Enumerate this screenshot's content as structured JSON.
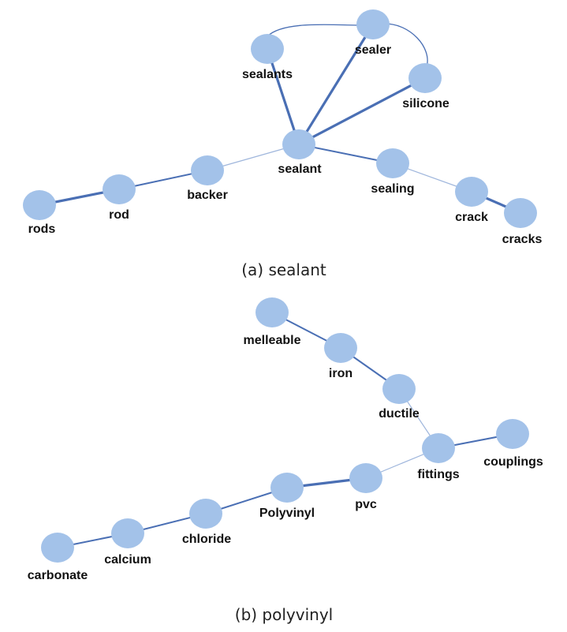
{
  "colors": {
    "node_fill": "#a3c2e9",
    "edge": "#4a6fb4",
    "edge_light": "#9fb6dc"
  },
  "graph_a": {
    "caption": "(a) sealant",
    "nodes": [
      {
        "id": "sealants",
        "label": "sealants"
      },
      {
        "id": "sealer",
        "label": "sealer"
      },
      {
        "id": "silicone",
        "label": "silicone"
      },
      {
        "id": "sealant",
        "label": "sealant"
      },
      {
        "id": "backer",
        "label": "backer"
      },
      {
        "id": "rod",
        "label": "rod"
      },
      {
        "id": "rods",
        "label": "rods"
      },
      {
        "id": "sealing",
        "label": "sealing"
      },
      {
        "id": "crack",
        "label": "crack"
      },
      {
        "id": "cracks",
        "label": "cracks"
      }
    ],
    "edges": [
      {
        "from": "sealants",
        "to": "sealant",
        "weight": "strong"
      },
      {
        "from": "sealer",
        "to": "sealant",
        "weight": "strong"
      },
      {
        "from": "silicone",
        "to": "sealant",
        "weight": "strong"
      },
      {
        "from": "sealants",
        "to": "sealer",
        "weight": "thin"
      },
      {
        "from": "sealer",
        "to": "silicone",
        "weight": "thin"
      },
      {
        "from": "sealant",
        "to": "backer",
        "weight": "light"
      },
      {
        "from": "backer",
        "to": "rod",
        "weight": "medium"
      },
      {
        "from": "rod",
        "to": "rods",
        "weight": "strong"
      },
      {
        "from": "sealant",
        "to": "sealing",
        "weight": "medium"
      },
      {
        "from": "sealing",
        "to": "crack",
        "weight": "light"
      },
      {
        "from": "crack",
        "to": "cracks",
        "weight": "strong"
      }
    ]
  },
  "graph_b": {
    "caption": "(b) polyvinyl",
    "nodes": [
      {
        "id": "melleable",
        "label": "melleable"
      },
      {
        "id": "iron",
        "label": "iron"
      },
      {
        "id": "ductile",
        "label": "ductile"
      },
      {
        "id": "fittings",
        "label": "fittings"
      },
      {
        "id": "couplings",
        "label": "couplings"
      },
      {
        "id": "pvc",
        "label": "pvc"
      },
      {
        "id": "Polyvinyl",
        "label": "Polyvinyl"
      },
      {
        "id": "chloride",
        "label": "chloride"
      },
      {
        "id": "calcium",
        "label": "calcium"
      },
      {
        "id": "carbonate",
        "label": "carbonate"
      }
    ],
    "edges": [
      {
        "from": "melleable",
        "to": "iron",
        "weight": "medium"
      },
      {
        "from": "iron",
        "to": "ductile",
        "weight": "medium"
      },
      {
        "from": "ductile",
        "to": "fittings",
        "weight": "light"
      },
      {
        "from": "fittings",
        "to": "couplings",
        "weight": "medium"
      },
      {
        "from": "fittings",
        "to": "pvc",
        "weight": "light"
      },
      {
        "from": "pvc",
        "to": "Polyvinyl",
        "weight": "strong"
      },
      {
        "from": "Polyvinyl",
        "to": "chloride",
        "weight": "medium"
      },
      {
        "from": "chloride",
        "to": "calcium",
        "weight": "medium"
      },
      {
        "from": "calcium",
        "to": "carbonate",
        "weight": "medium"
      }
    ]
  }
}
